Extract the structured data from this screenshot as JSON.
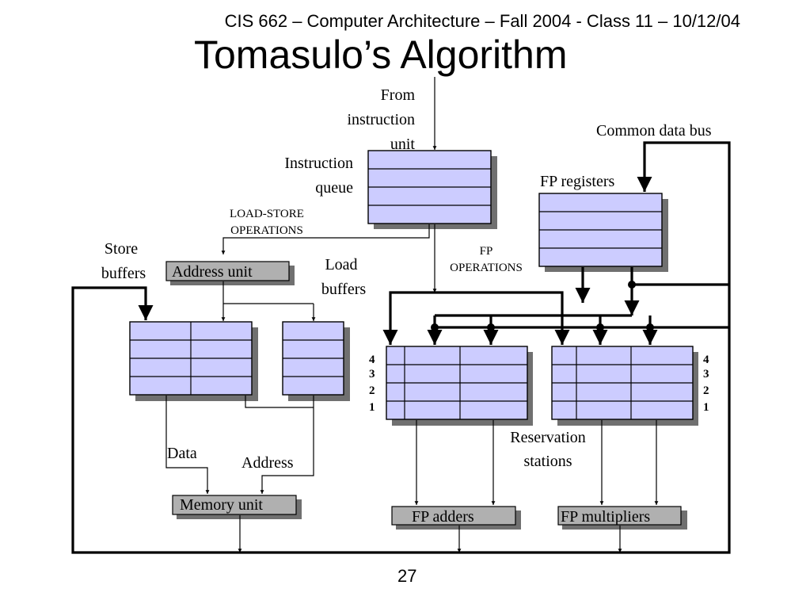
{
  "header": {
    "course": "CIS 662 – Computer Architecture – Fall 2004 - Class 11 – 10/12/04",
    "title": "Tomasulo’s Algorithm",
    "page_number": "27"
  },
  "diagram": {
    "from_instruction_unit": [
      "From",
      "instruction",
      "unit"
    ],
    "instruction_queue": [
      "Instruction",
      "queue"
    ],
    "common_data_bus": "Common data bus",
    "fp_registers": "FP registers",
    "load_store_operations": [
      "LOAD-STORE",
      "OPERATIONS"
    ],
    "fp_operations": [
      "FP",
      "OPERATIONS"
    ],
    "store_buffers": [
      "Store",
      "buffers"
    ],
    "address_unit": "Address unit",
    "load_buffers": [
      "Load",
      "buffers"
    ],
    "data": "Data",
    "address": "Address",
    "memory_unit": "Memory unit",
    "reservation_stations": [
      "Reservation",
      "stations"
    ],
    "fp_adders": "FP adders",
    "fp_multipliers": "FP multipliers",
    "station_numbers": [
      "4",
      "3",
      "2",
      "1"
    ]
  }
}
